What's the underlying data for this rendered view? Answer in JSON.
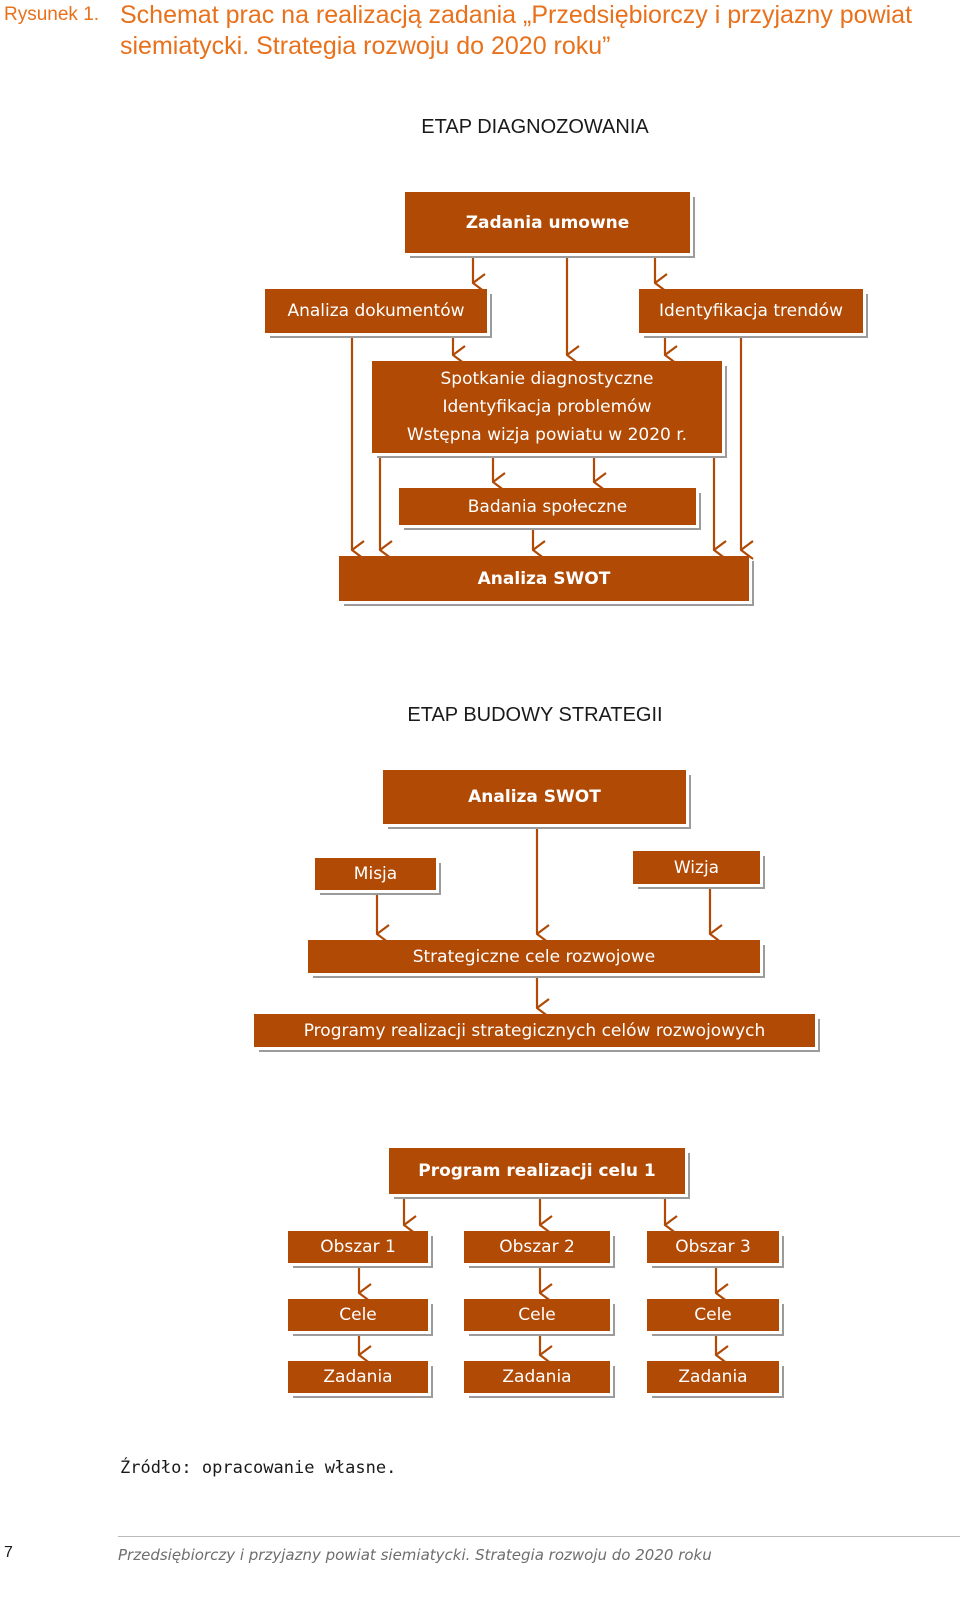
{
  "figure": {
    "label": "Rysunek 1.",
    "title": "Schemat prac na realizacją zadania „Przedsiębiorczy i przyjazny powiat siemiatycki. Strategia rozwoju do 2020 roku”"
  },
  "stage1": {
    "heading": "ETAP DIAGNOZOWANIA",
    "contract_tasks": "Zadania umowne",
    "document_analysis": "Analiza dokumentów",
    "trend_identification": "Identyfikacja trendów",
    "diagnostic_meeting": {
      "line1": "Spotkanie diagnostyczne",
      "line2": "Identyfikacja problemów",
      "line3": "Wstępna wizja powiatu w 2020 r."
    },
    "social_research": "Badania społeczne",
    "swot": "Analiza SWOT"
  },
  "stage2": {
    "heading": "ETAP BUDOWY STRATEGII",
    "swot": "Analiza SWOT",
    "mission": "Misja",
    "vision": "Wizja",
    "strategic_goals": "Strategiczne cele rozwojowe",
    "programs": "Programy realizacji strategicznych celów rozwojowych"
  },
  "stage3": {
    "program": "Program realizacji celu 1",
    "areas": [
      {
        "area": "Obszar 1",
        "goals": "Cele",
        "tasks": "Zadania"
      },
      {
        "area": "Obszar 2",
        "goals": "Cele",
        "tasks": "Zadania"
      },
      {
        "area": "Obszar 3",
        "goals": "Cele",
        "tasks": "Zadania"
      }
    ]
  },
  "source": "Źródło: opracowanie własne.",
  "footer": {
    "page": "7",
    "title": "Przedsiębiorczy i przyjazny powiat siemiatycki. Strategia rozwoju do 2020 roku"
  },
  "colors": {
    "box": "#b04a05",
    "arrow": "#b04a05",
    "title": "#e8711c"
  }
}
